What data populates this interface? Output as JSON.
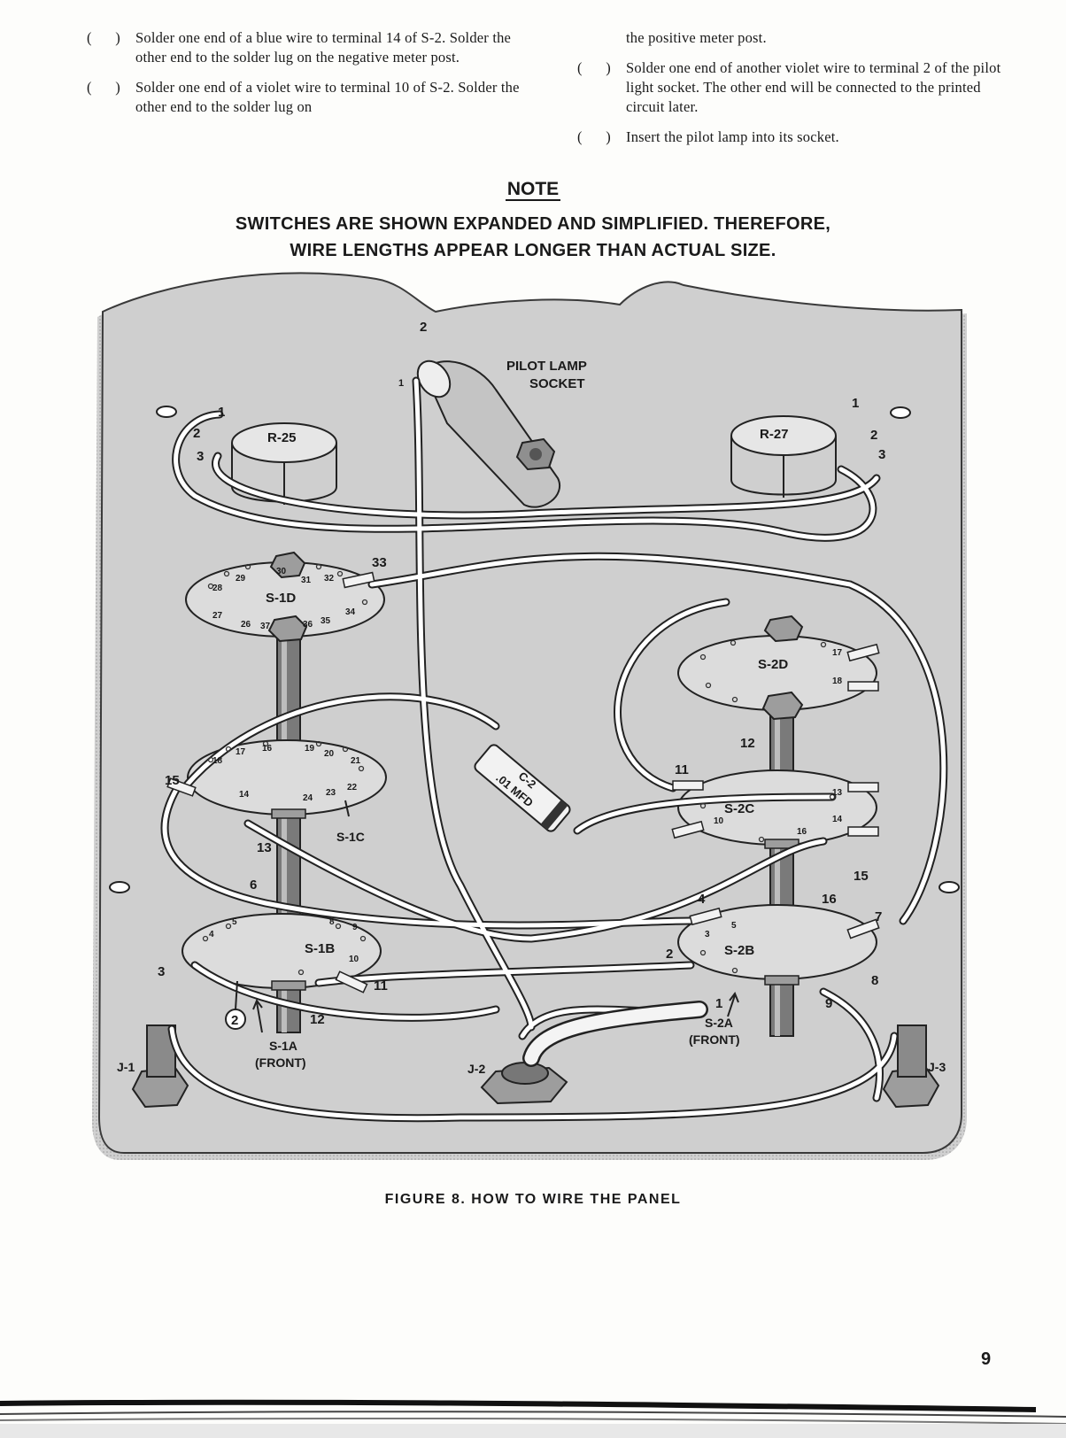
{
  "instructions": {
    "left": [
      {
        "check": [
          "(",
          ")"
        ],
        "text": "Solder one end of a blue wire to terminal 14 of S-2.  Solder the other end to the solder lug on the negative meter post."
      },
      {
        "check": [
          "(",
          ")"
        ],
        "text": "Solder one end of a violet wire to terminal 10 of S-2.  Solder the other end to the solder lug on"
      }
    ],
    "right_continuation": "the positive meter post.",
    "right": [
      {
        "check": [
          "(",
          ")"
        ],
        "text": "Solder one end of another violet wire to terminal 2 of the pilot light socket.  The other end will be connected to the printed circuit later."
      },
      {
        "check": [
          "(",
          ")"
        ],
        "text": "Insert the pilot lamp into its socket."
      }
    ]
  },
  "note": {
    "heading": "NOTE",
    "line1": "SWITCHES ARE SHOWN EXPANDED AND SIMPLIFIED.  THEREFORE,",
    "line2": "WIRE LENGTHS APPEAR LONGER THAN ACTUAL SIZE."
  },
  "figure": {
    "caption": "FIGURE 8.  HOW TO WIRE THE PANEL",
    "labels": {
      "pilot_lamp": "PILOT  LAMP",
      "socket": "SOCKET",
      "r25": "R-25",
      "r27": "R-27",
      "s1d": "S-1D",
      "s1c": "S-1C",
      "s1b": "S-1B",
      "s1a": "S-1A",
      "s1a_front": "(FRONT)",
      "s2d": "S-2D",
      "s2c": "S-2C",
      "s2b": "S-2B",
      "s2a": "S-2A",
      "s2a_front": "(FRONT)",
      "j1": "J-1",
      "j2": "J-2",
      "j3": "J-3",
      "cap_line1": "C-2",
      "cap_line2": ".01 MFD",
      "circled": "2"
    },
    "terminals": {
      "lamp_2": "2",
      "lamp_1": "1",
      "r25_1": "1",
      "r25_2": "2",
      "r25_3": "3",
      "r27_1": "1",
      "r27_2": "2",
      "r27_3": "3",
      "t33": "33",
      "t15": "15",
      "t13a": "13",
      "t6a": "6",
      "t3": "3",
      "t11a": "11",
      "t12a": "12",
      "t12b": "12",
      "t11b": "11",
      "t15b": "15",
      "t4": "4",
      "t2": "2",
      "t1": "1",
      "t16": "16",
      "t7": "7",
      "t8": "8",
      "t9": "9"
    },
    "s1d_pins": [
      "28",
      "29",
      "30",
      "31",
      "32",
      "34",
      "35",
      "36",
      "37",
      "26",
      "27"
    ],
    "s1c_pins": [
      "18",
      "17",
      "16",
      "19",
      "20",
      "21",
      "22",
      "23",
      "24",
      "14"
    ],
    "s1b_pins": [
      "4",
      "5",
      "8",
      "9",
      "10"
    ],
    "s2c_pins": [
      "13",
      "14",
      "10",
      "16"
    ],
    "s2b_pins": [
      "3",
      "5"
    ],
    "s2d_pins": [
      "17",
      "18"
    ]
  },
  "page_number": "9"
}
